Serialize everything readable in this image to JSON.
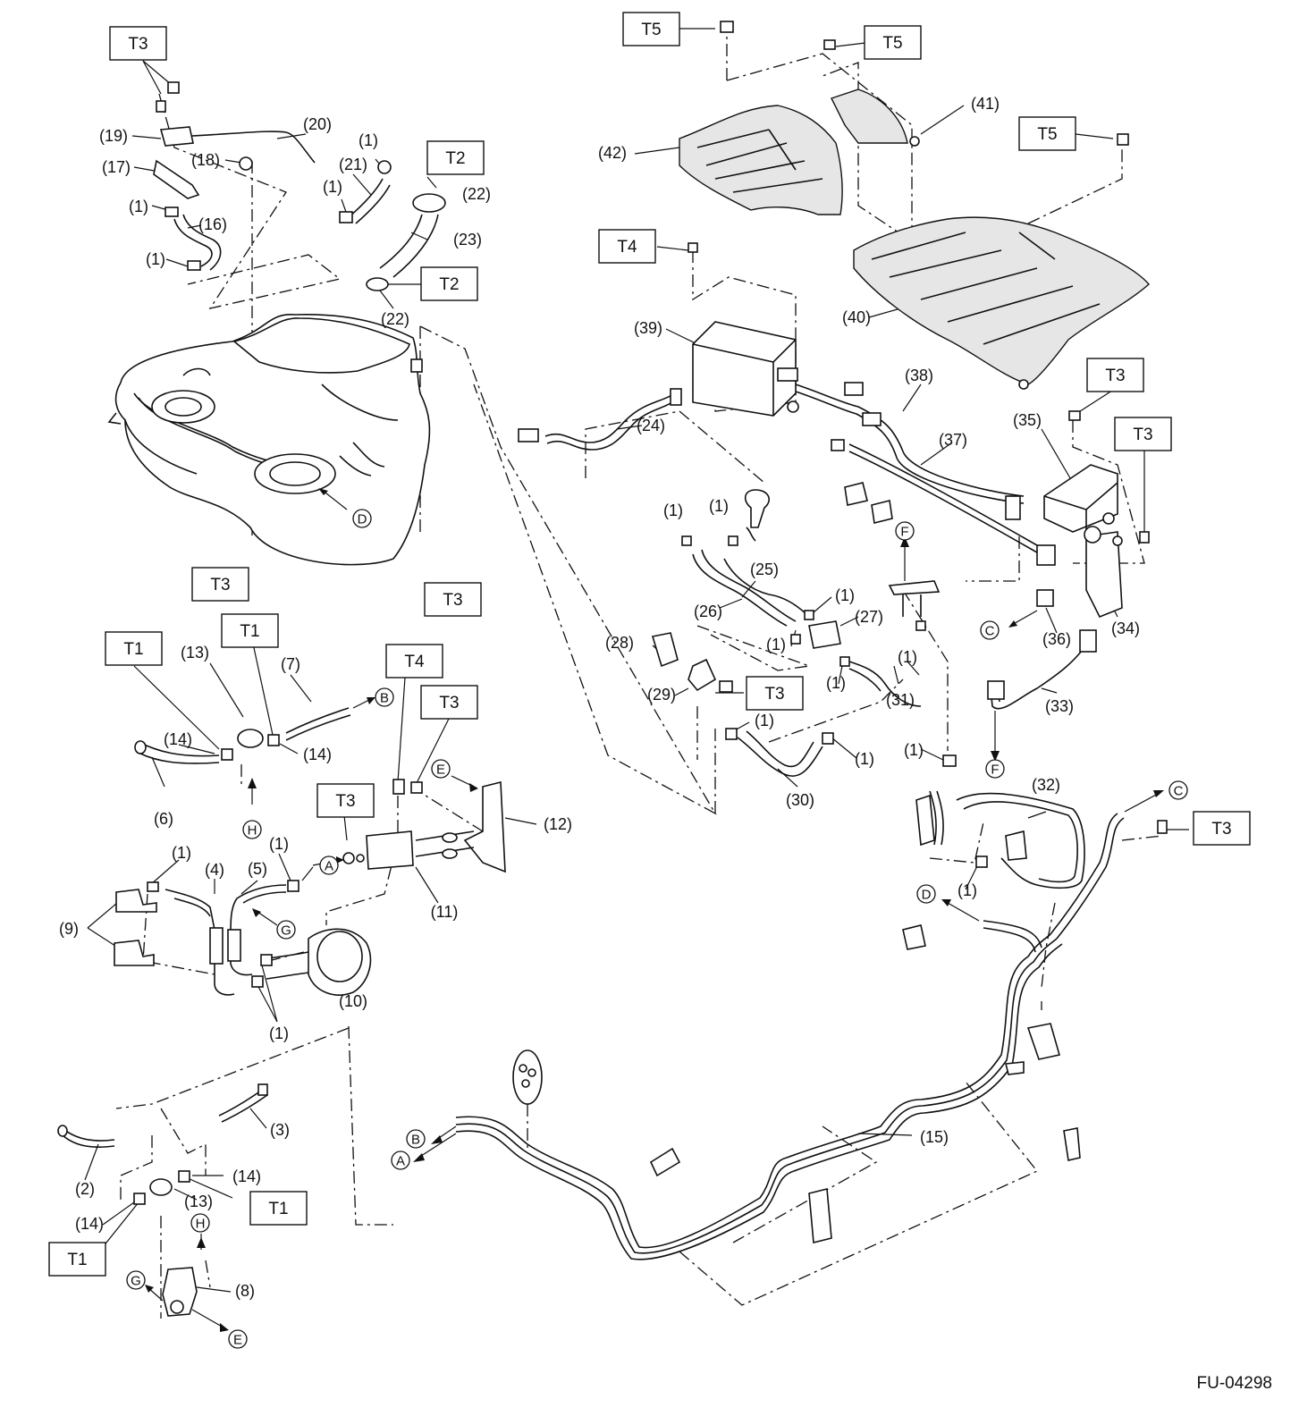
{
  "figure_id": "FU-04298",
  "torque_labels": [
    "T1",
    "T2",
    "T3",
    "T4",
    "T5"
  ],
  "callouts": [
    "(1)",
    "(2)",
    "(3)",
    "(4)",
    "(5)",
    "(6)",
    "(7)",
    "(8)",
    "(9)",
    "(10)",
    "(11)",
    "(12)",
    "(13)",
    "(14)",
    "(15)",
    "(16)",
    "(17)",
    "(18)",
    "(19)",
    "(20)",
    "(21)",
    "(22)",
    "(23)",
    "(24)",
    "(25)",
    "(26)",
    "(27)",
    "(28)",
    "(29)",
    "(30)",
    "(31)",
    "(32)",
    "(33)",
    "(34)",
    "(35)",
    "(36)",
    "(37)",
    "(38)",
    "(39)",
    "(40)",
    "(41)",
    "(42)"
  ],
  "reference_marks": [
    "A",
    "B",
    "C",
    "D",
    "E",
    "F",
    "G",
    "H"
  ]
}
